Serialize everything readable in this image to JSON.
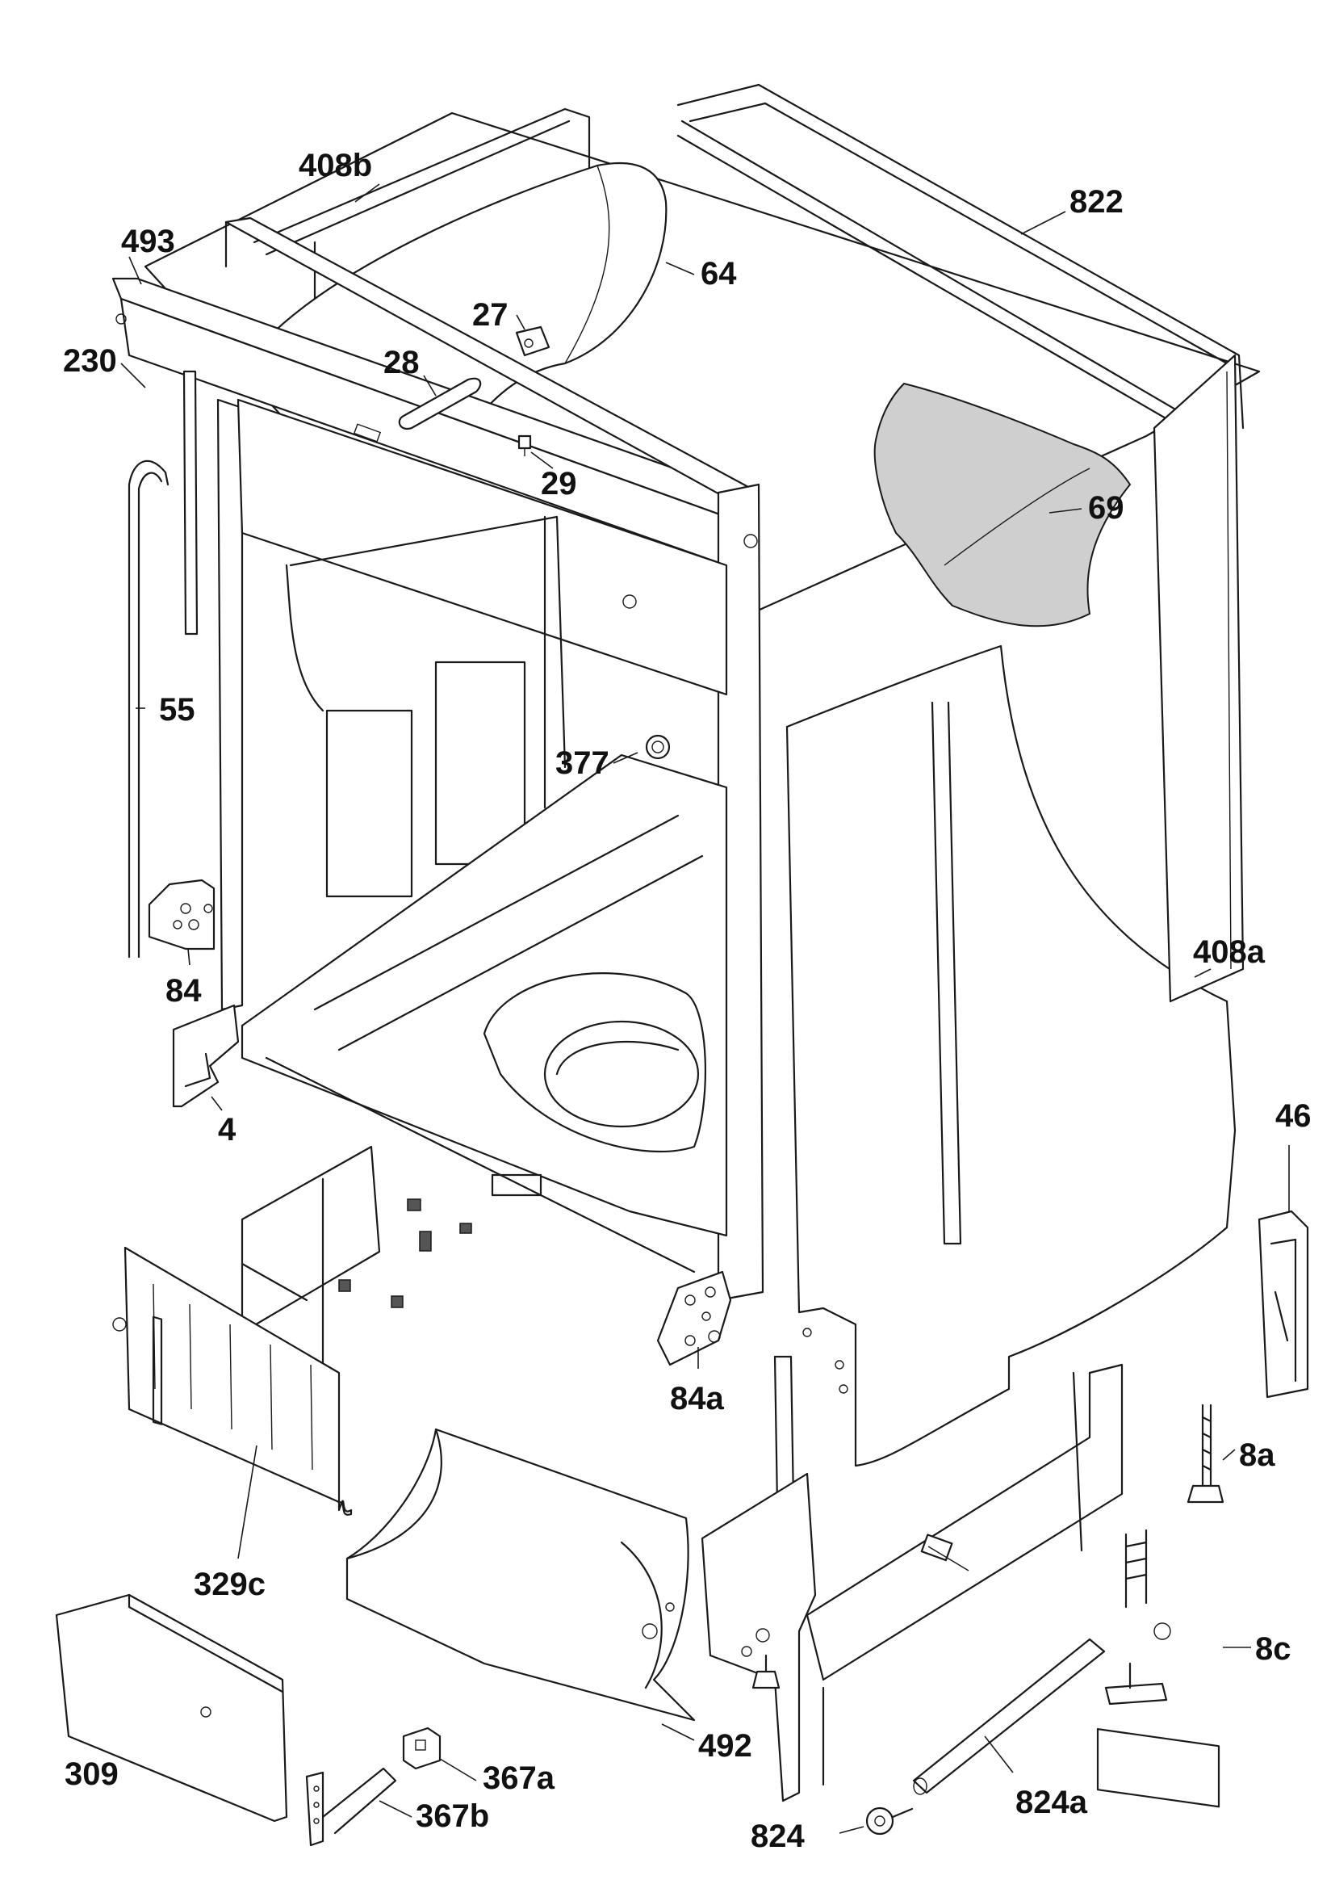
{
  "diagram": {
    "callouts": {
      "p408b": "408b",
      "p822": "822",
      "p493": "493",
      "p64": "64",
      "p27": "27",
      "p230": "230",
      "p28": "28",
      "p29": "29",
      "p69": "69",
      "p55": "55",
      "p377": "377",
      "p84": "84",
      "p408a": "408a",
      "p4": "4",
      "p46": "46",
      "p84a": "84a",
      "p8a": "8a",
      "p329c": "329c",
      "p8c": "8c",
      "p309": "309",
      "p492": "492",
      "p367a": "367a",
      "p824a": "824a",
      "p367b": "367b",
      "p824": "824"
    }
  }
}
